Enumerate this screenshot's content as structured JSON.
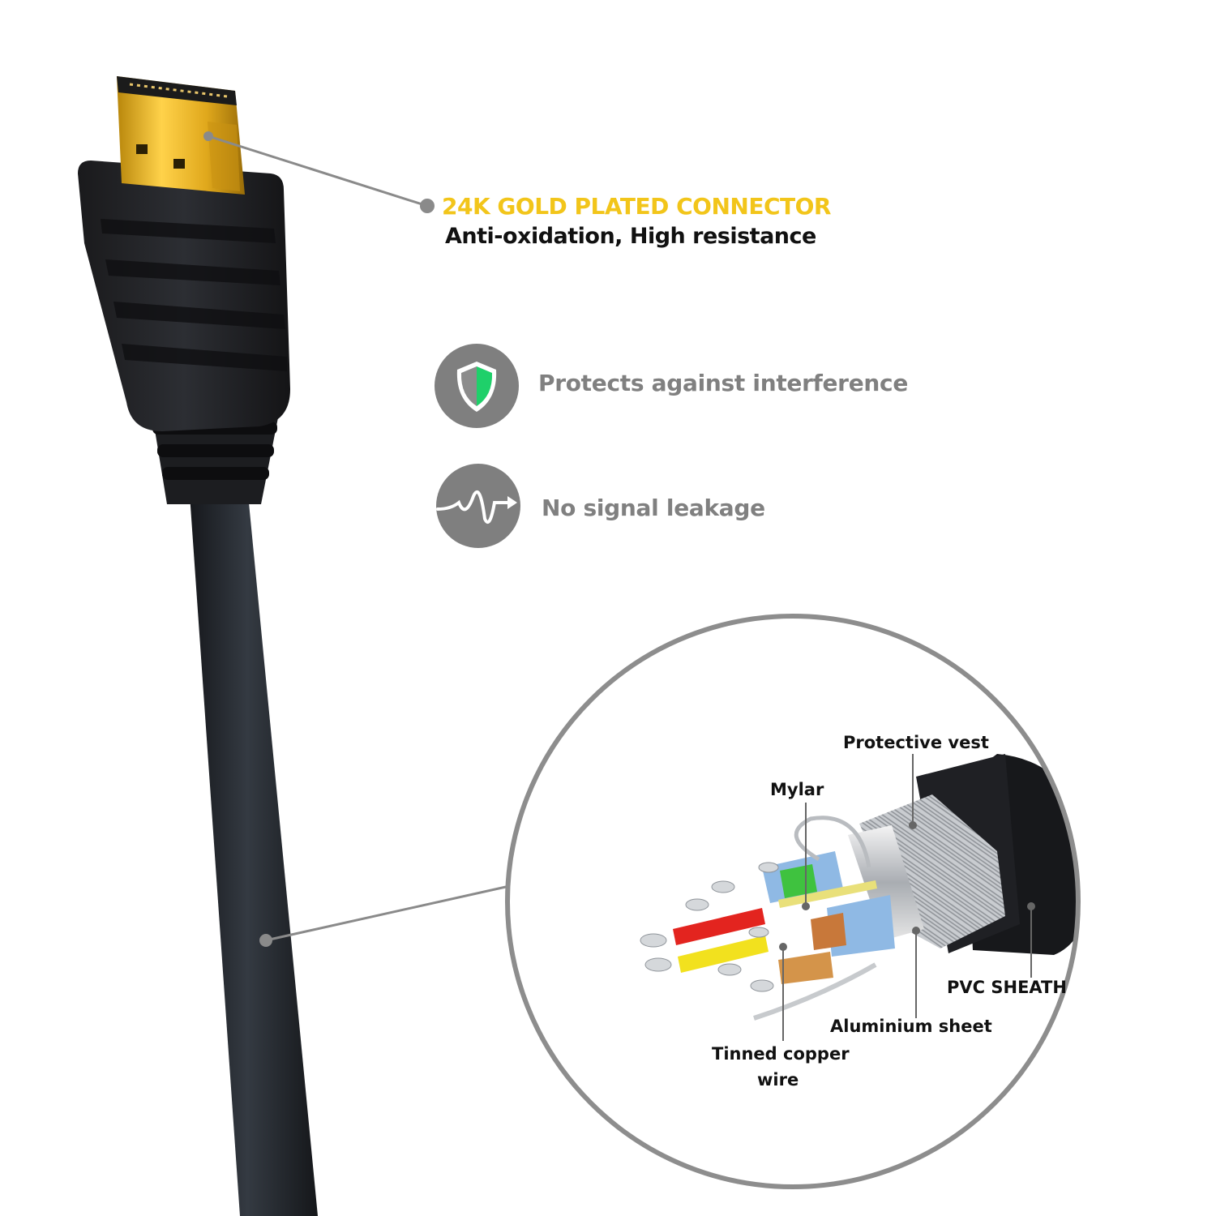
{
  "connector": {
    "title": "24K GOLD PLATED CONNECTOR",
    "subtitle": "Anti-oxidation, High resistance"
  },
  "features": [
    {
      "icon": "shield-icon",
      "label": "Protects against interference"
    },
    {
      "icon": "signal-wave-icon",
      "label": "No signal leakage"
    }
  ],
  "cable_layers": {
    "protective_vest": "Protective vest",
    "mylar": "Mylar",
    "pvc_sheath": "PVC SHEATH",
    "aluminium_sheet": "Aluminium sheet",
    "tinned_copper_line1": "Tinned copper",
    "tinned_copper_line2": "wire"
  },
  "colors": {
    "accent_gold": "#f2c51a",
    "icon_circle": "#7f7f7f",
    "shield_green": "#1fd06a",
    "callout_line": "#8a8a8a"
  }
}
